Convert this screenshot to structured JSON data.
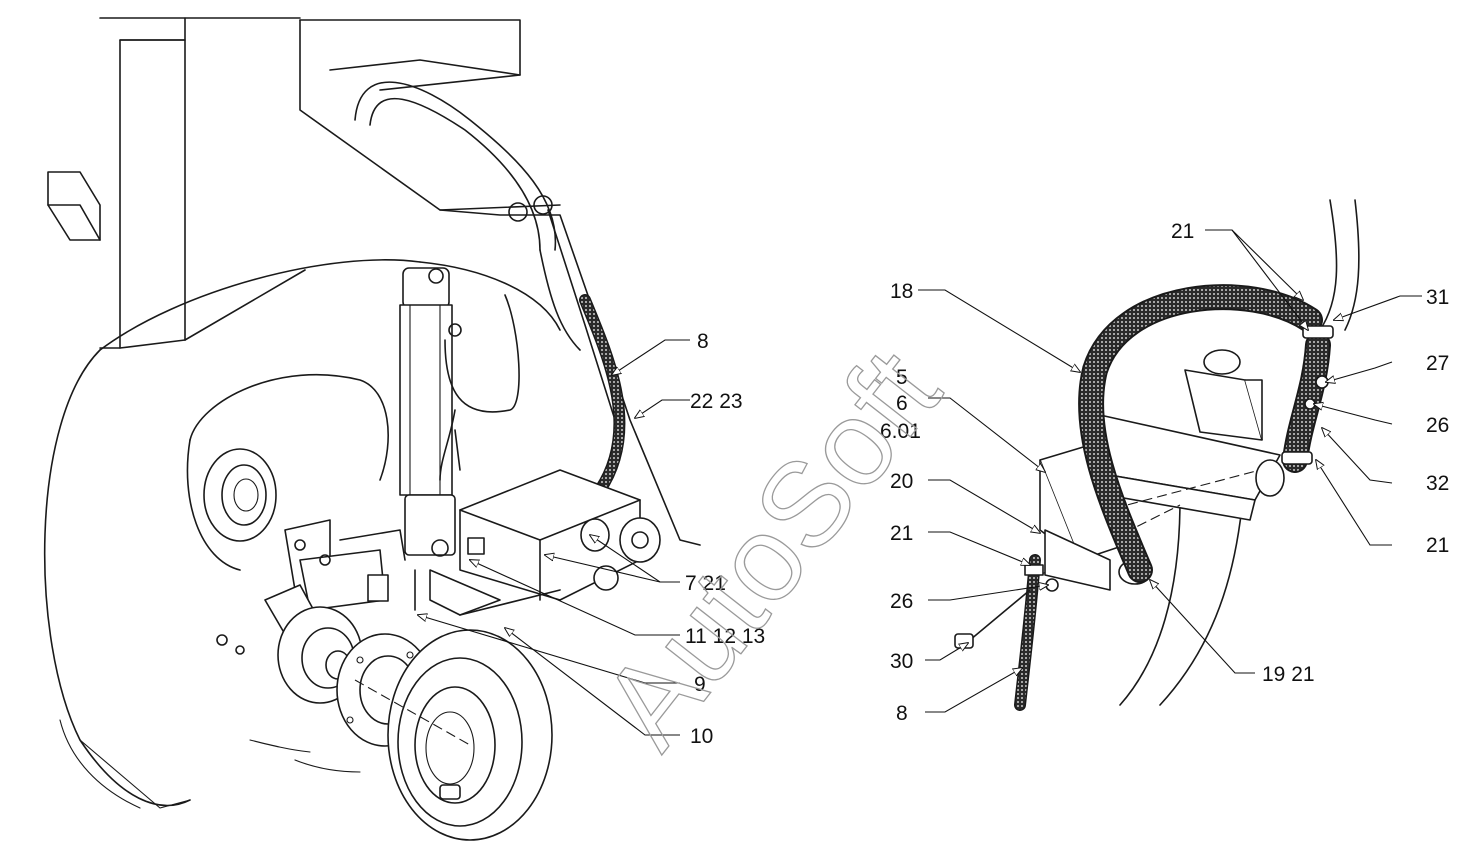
{
  "watermark": "AutoSoft",
  "callouts": {
    "left": {
      "c8": "8",
      "c22_23": "22  23",
      "c7_21": "7  21",
      "c11_12_13": "11  12  13",
      "c9": "9",
      "c10": "10"
    },
    "right": {
      "c21_top": "21",
      "c18": "18",
      "c31": "31",
      "c27": "27",
      "c5": "5",
      "c6": "6",
      "c6_01": "6.01",
      "c26_right": "26",
      "c32": "32",
      "c20": "20",
      "c21_right": "21",
      "c21_left": "21",
      "c26_left": "26",
      "c30": "30",
      "c19_21": "19  21",
      "c8": "8"
    }
  }
}
